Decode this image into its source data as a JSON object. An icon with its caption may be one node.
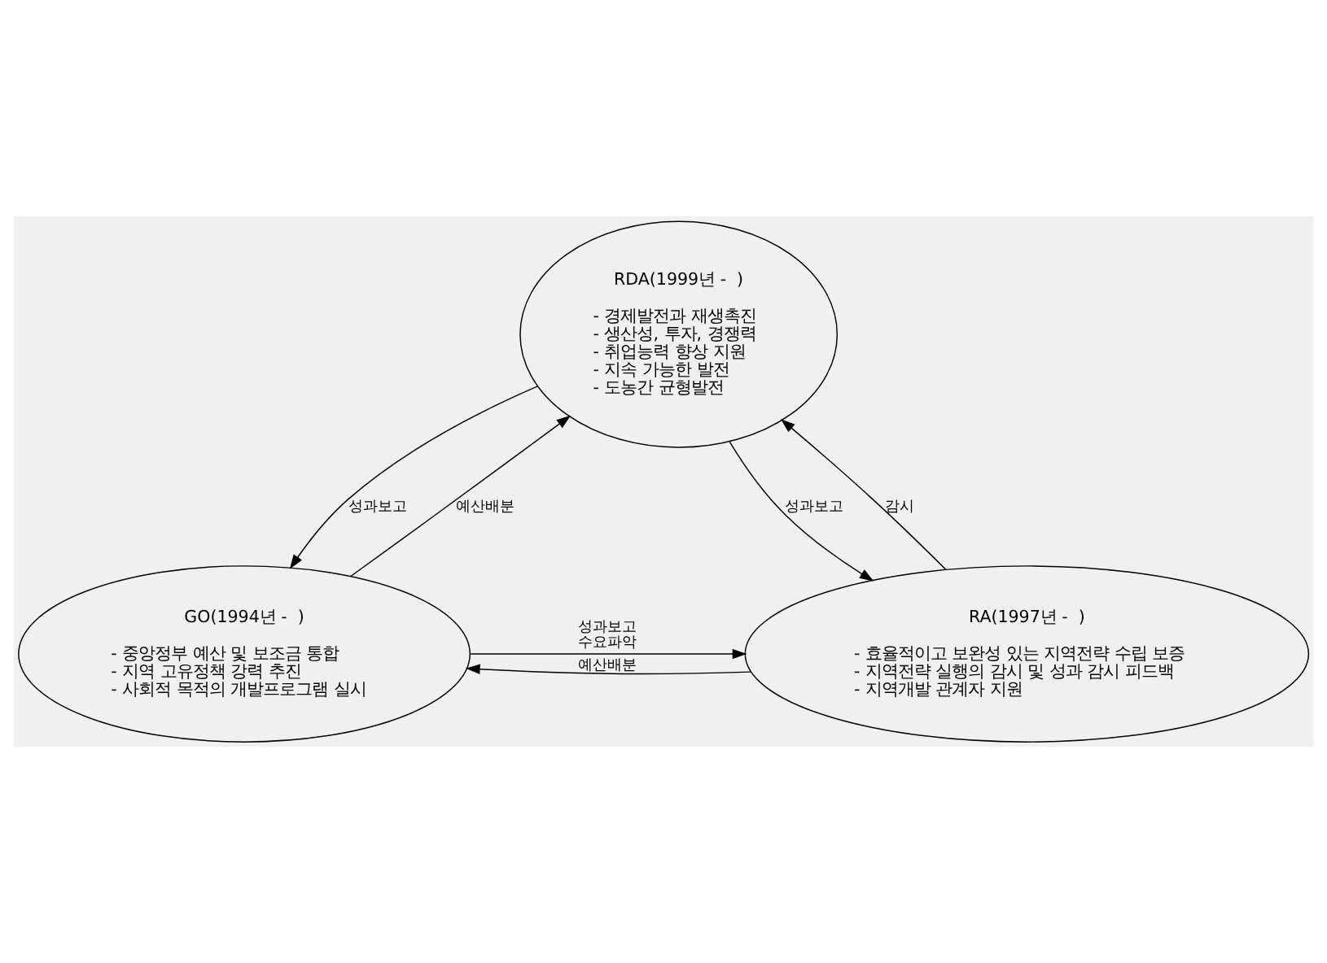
{
  "diagram": {
    "nodes": [
      {
        "text": [
          "RDA(1999년 -  )",
          "- 경제발전과 재생촉진",
          "- 생산성, 투자, 경쟁력",
          "- 취업능력 향상 지원",
          "- 지속 가능한 발전",
          "- 도농간 균형발전"
        ]
      },
      {
        "text": [
          "GO(1994년 -  )",
          "- 중앙정부 예산 및 보조금 통합",
          "- 지역 고유정책 강력 추진",
          "- 사회적 목적의 개발프로그램 실시"
        ]
      },
      {
        "text": [
          "RA(1997년 -  )",
          "- 효율적이고 보완성 있는 지역전략 수립 보증",
          "- 지역전략 실행의 감시 및 성과 감시 피드백",
          "- 지역개발 관계자 지원"
        ]
      }
    ],
    "edges": [
      {
        "from": 0,
        "to": 1,
        "arrow": "to",
        "label": "성과보고"
      },
      {
        "from": 1,
        "to": 0,
        "arrow": "to",
        "label": "예산배분"
      },
      {
        "from": 0,
        "to": 2,
        "arrow": "to",
        "label": "성과보고"
      },
      {
        "from": 2,
        "to": 0,
        "arrow": "to",
        "label": "감시"
      },
      {
        "from": 2,
        "to": 1,
        "arrow": "to",
        "label": "예산배분"
      },
      {
        "from": 1,
        "to": 2,
        "arrow": "to",
        "label": "성과보고 수요파악"
      }
    ]
  }
}
